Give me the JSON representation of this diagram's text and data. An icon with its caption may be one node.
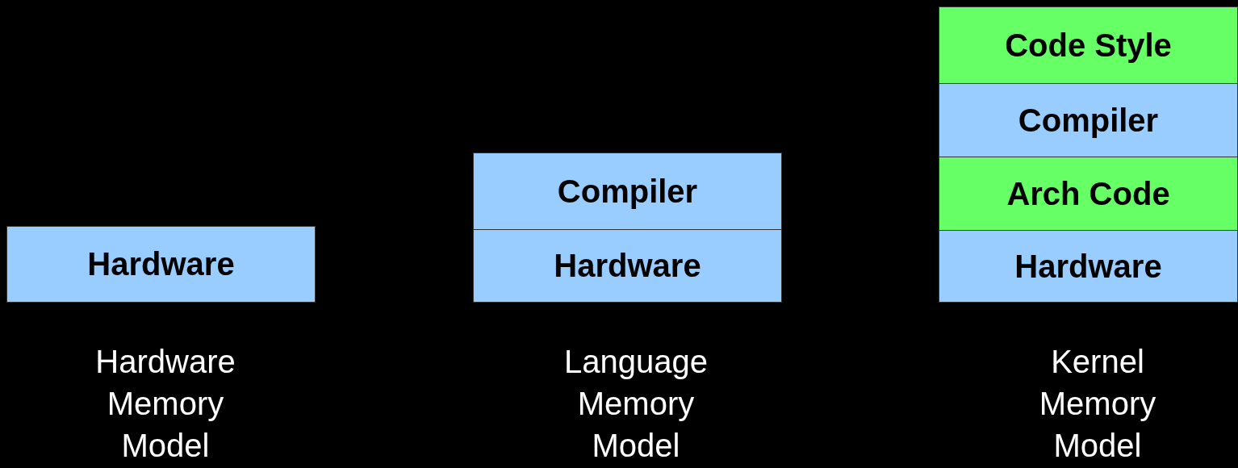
{
  "diagram": {
    "nodes": [
      {
        "text": [
          "Hardware"
        ]
      },
      {
        "text": [
          "Compiler"
        ]
      },
      {
        "text": [
          "Hardware"
        ]
      },
      {
        "text": [
          "Code Style"
        ]
      },
      {
        "text": [
          "Compiler"
        ]
      },
      {
        "text": [
          "Arch Code"
        ]
      },
      {
        "text": [
          "Hardware"
        ]
      }
    ],
    "labels": [
      "Hardware Memory Model",
      "Language Memory Model",
      "Kernel Memory Model"
    ]
  }
}
